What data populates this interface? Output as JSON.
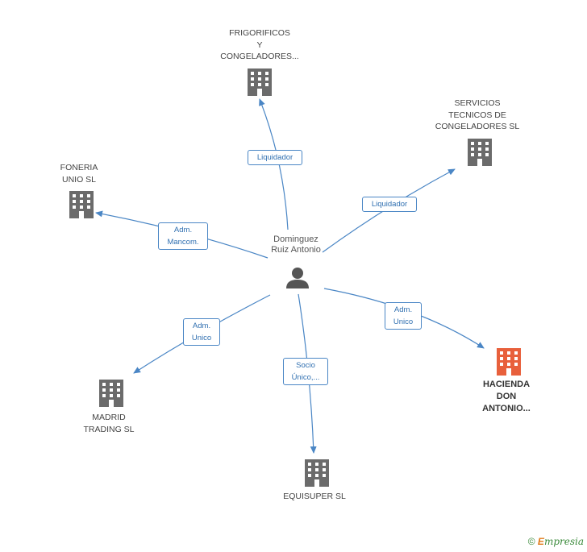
{
  "center": {
    "name_lines": [
      "Dominguez",
      "Ruiz Antonio"
    ]
  },
  "nodes": {
    "frigorificos": {
      "lines": [
        "FRIGORIFICOS",
        "Y",
        "CONGELADORES..."
      ]
    },
    "servicios": {
      "lines": [
        "SERVICIOS",
        "TECNICOS DE",
        "CONGELADORES SL"
      ]
    },
    "foneria": {
      "lines": [
        "FONERIA",
        "UNIO SL"
      ]
    },
    "hacienda": {
      "lines": [
        "HACIENDA",
        "DON",
        "ANTONIO..."
      ]
    },
    "madrid": {
      "lines": [
        "MADRID",
        "TRADING SL"
      ]
    },
    "equisuper": {
      "lines": [
        "EQUISUPER SL"
      ]
    }
  },
  "edges": {
    "frigorificos": {
      "lines": [
        "Liquidador"
      ]
    },
    "servicios": {
      "lines": [
        "Liquidador"
      ]
    },
    "foneria": {
      "lines": [
        "Adm.",
        "Mancom."
      ]
    },
    "hacienda": {
      "lines": [
        "Adm.",
        "Unico"
      ]
    },
    "madrid": {
      "lines": [
        "Adm.",
        "Unico"
      ]
    },
    "equisuper": {
      "lines": [
        "Socio",
        "Único,..."
      ]
    }
  },
  "colors": {
    "edge": "#4a86c5",
    "company": "#6b6b6b",
    "focus": "#e8603c",
    "person": "#555555"
  },
  "footer": {
    "copyright": "©",
    "brand_initial": "E",
    "brand_rest": "mpresia"
  }
}
